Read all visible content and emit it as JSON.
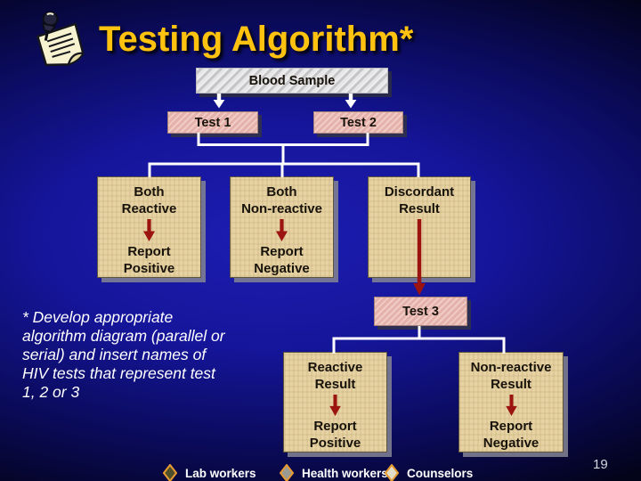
{
  "slide": {
    "title": "Testing Algorithm*",
    "page_number": "19"
  },
  "flowchart": {
    "blood_sample": "Blood Sample",
    "test1": "Test 1",
    "test2": "Test 2",
    "test3": "Test 3",
    "both_reactive": {
      "top": "Both\nReactive",
      "bottom": "Report\nPositive"
    },
    "both_nonreactive": {
      "top": "Both\nNon-reactive",
      "bottom": "Report\nNegative"
    },
    "discordant": {
      "top": "Discordant\nResult"
    },
    "reactive_result": {
      "top": "Reactive\nResult",
      "bottom": "Report\nPositive"
    },
    "nonreactive_result": {
      "top": "Non-reactive\nResult",
      "bottom": "Report\nNegative"
    }
  },
  "footnote": {
    "text": "* Develop appropriate\nalgorithm diagram (parallel or\nserial) and insert names of\nHIV tests that represent test\n1, 2 or 3"
  },
  "legend": {
    "items": [
      {
        "label": "Lab workers",
        "fill": "#4f4f2a"
      },
      {
        "label": "Health workers",
        "fill": "#9b9b93"
      },
      {
        "label": "Counselors",
        "fill": "#e3dcc6"
      }
    ],
    "diamond_border": "#e89b30"
  },
  "colors": {
    "title_gold": "#ffc30f",
    "box_tan": "#e6d2a2",
    "box_pink": "#ecbab2",
    "box_gray": "#d9d9d9",
    "arrow_red": "#9c1410",
    "connector_white": "#ffffff"
  }
}
